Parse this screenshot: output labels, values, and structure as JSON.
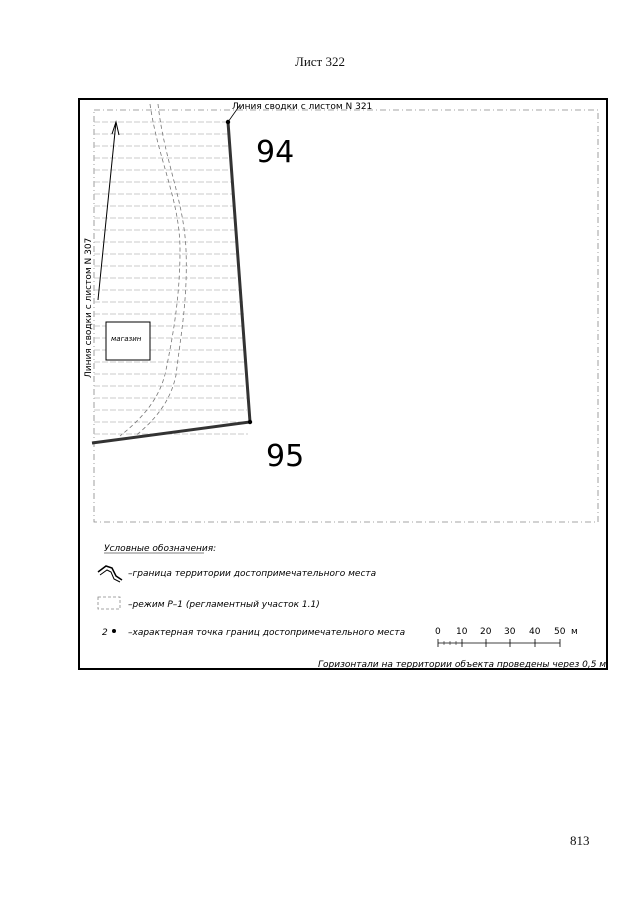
{
  "sheet": {
    "title": "Лист 322",
    "page_number": "813"
  },
  "map": {
    "top_match_line": "Линия сводки с листом N 321",
    "left_match_line": "Линия сводки с листом N 307",
    "parcel_labels": [
      "94",
      "95"
    ],
    "building_label": "магазин",
    "boundary_color": "#333333"
  },
  "legend": {
    "title": "Условные обозначения:",
    "items": [
      {
        "icon": "boundary-line-icon",
        "text": "–граница территории достопримечательного места"
      },
      {
        "icon": "dashed-rect-icon",
        "text": "–режим Р–1 (регламентный участок 1.1)"
      },
      {
        "marker": "2",
        "icon": "point-icon",
        "text": "–характерная точка границ достопримечательного места"
      }
    ],
    "contour_note": "Горизонтали на территории объекта проведены через 0,5 м"
  },
  "scale_bar": {
    "ticks": [
      "0",
      "10",
      "20",
      "30",
      "40",
      "50"
    ],
    "unit": "м"
  }
}
